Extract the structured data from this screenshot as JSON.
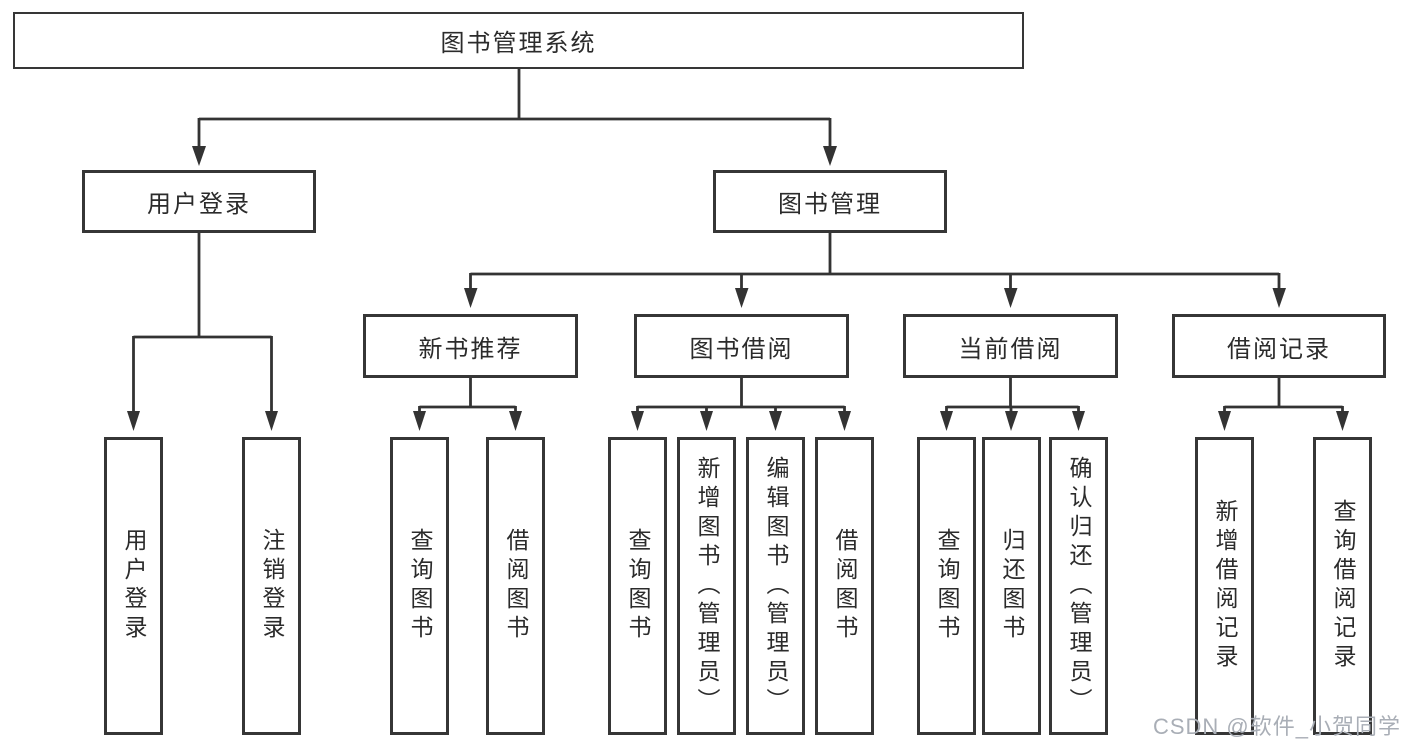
{
  "diagram": {
    "root": {
      "label": "图书管理系统"
    },
    "level2": [
      {
        "label": "用户登录"
      },
      {
        "label": "图书管理"
      }
    ],
    "level3": [
      {
        "label": "新书推荐",
        "parent": "图书管理"
      },
      {
        "label": "图书借阅",
        "parent": "图书管理"
      },
      {
        "label": "当前借阅",
        "parent": "图书管理"
      },
      {
        "label": "借阅记录",
        "parent": "图书管理"
      }
    ],
    "leaves": [
      {
        "label": "用户登录",
        "parent": "用户登录"
      },
      {
        "label": "注销登录",
        "parent": "用户登录"
      },
      {
        "label": "查询图书",
        "parent": "新书推荐"
      },
      {
        "label": "借阅图书",
        "parent": "新书推荐"
      },
      {
        "label": "查询图书",
        "parent": "图书借阅"
      },
      {
        "label": "新增图书（管理员）",
        "parent": "图书借阅"
      },
      {
        "label": "编辑图书（管理员）",
        "parent": "图书借阅"
      },
      {
        "label": "借阅图书",
        "parent": "图书借阅"
      },
      {
        "label": "查询图书",
        "parent": "当前借阅"
      },
      {
        "label": "归还图书",
        "parent": "当前借阅"
      },
      {
        "label": "确认归还（管理员）",
        "parent": "当前借阅"
      },
      {
        "label": "新增借阅记录",
        "parent": "借阅记录"
      },
      {
        "label": "查询借阅记录",
        "parent": "借阅记录"
      }
    ]
  },
  "watermark": {
    "text": "CSDN @软件_小贺同学"
  },
  "colors": {
    "line": "#333333",
    "box_border": "#363636",
    "text": "#2b2b2b",
    "watermark": "#a9aeb6",
    "background": "#ffffff"
  }
}
